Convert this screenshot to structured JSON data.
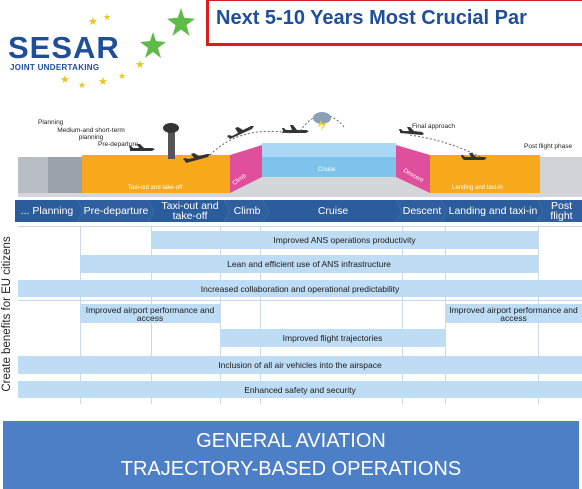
{
  "logo": {
    "name": "SESAR",
    "subtitle": "JOINT UNDERTAKING"
  },
  "title": "Next 5-10 Years Most Crucial Par",
  "diagram": {
    "labels": {
      "planning": "Planning",
      "medium_short_term": "Medium-and short-term planning",
      "pre_departure": "Pre-departure",
      "final_approach": "Final approach",
      "post_flight": "Post flight phase"
    },
    "band": {
      "taxi_out": "Taxi-out and take-off",
      "climb": "Climb",
      "cruise": "Cruise",
      "descent": "Descent",
      "landing": "Landing and taxi-in"
    }
  },
  "phases": [
    "... Planning",
    "Pre-departure",
    "Taxi-out and take-off",
    "Climb",
    "Cruise",
    "Descent",
    "Landing and taxi-in",
    "Post flight"
  ],
  "side_label": "Create benefits for EU citizens",
  "benefits": [
    "Improved ANS operations productivity",
    "Lean and efficient use of ANS infrastructure",
    "Increased collaboration and operational predictability",
    "Improved airport performance and access",
    "Improved airport performance and access",
    "Improved flight trajectories",
    "Inclusion of all air vehicles into the airspace",
    "Enhanced safety and security"
  ],
  "footer": {
    "line1": "GENERAL AVIATION",
    "line2": "TRAJECTORY-BASED OPERATIONS"
  },
  "colors": {
    "brand_blue": "#1f4e9a",
    "title_border": "#d71d1d",
    "benefit_fill": "#bedcf4",
    "phase_fill": "#2f5f9e",
    "footer_fill": "#4c7fc6",
    "taxi_orange": "#f7a81b",
    "descent_pink": "#e04f9b",
    "cruise_blue": "#7ec3ec"
  }
}
